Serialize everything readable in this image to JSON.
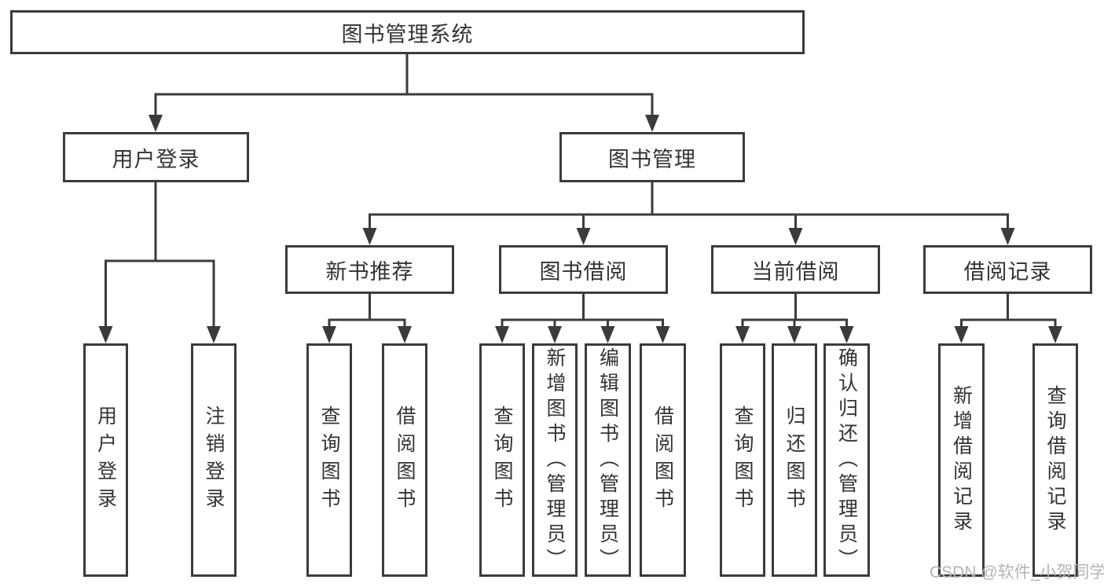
{
  "diagram": {
    "root": {
      "label": "图书管理系统"
    },
    "level2": [
      {
        "label": "用户登录"
      },
      {
        "label": "图书管理"
      }
    ],
    "level3": [
      {
        "label": "新书推荐",
        "parent": "图书管理"
      },
      {
        "label": "图书借阅",
        "parent": "图书管理"
      },
      {
        "label": "当前借阅",
        "parent": "图书管理"
      },
      {
        "label": "借阅记录",
        "parent": "图书管理"
      }
    ],
    "leaves": [
      {
        "label": "用户登录",
        "parent": "用户登录"
      },
      {
        "label": "注销登录",
        "parent": "用户登录"
      },
      {
        "label": "查询图书",
        "parent": "新书推荐"
      },
      {
        "label": "借阅图书",
        "parent": "新书推荐"
      },
      {
        "label": "查询图书",
        "parent": "图书借阅"
      },
      {
        "label": "新增图书（管理员）",
        "parent": "图书借阅"
      },
      {
        "label": "编辑图书（管理员）",
        "parent": "图书借阅"
      },
      {
        "label": "借阅图书",
        "parent": "图书借阅"
      },
      {
        "label": "查询图书",
        "parent": "当前借阅"
      },
      {
        "label": "归还图书",
        "parent": "当前借阅"
      },
      {
        "label": "确认归还（管理员）",
        "parent": "当前借阅"
      },
      {
        "label": "新增借阅记录",
        "parent": "借阅记录"
      },
      {
        "label": "查询借阅记录",
        "parent": "借阅记录"
      }
    ]
  },
  "watermark": "CSDN @软件_小贺同学",
  "colors": {
    "line": "#3b3b3b",
    "text": "#333333",
    "watermark": "#b6b3b3",
    "background": "#ffffff"
  }
}
